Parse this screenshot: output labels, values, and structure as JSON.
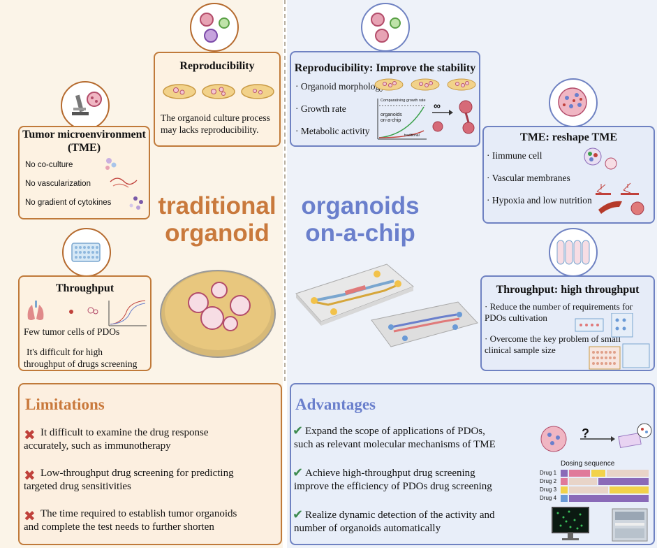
{
  "left": {
    "heading_line1": "traditional",
    "heading_line2": "organoid",
    "reproducibility": {
      "title": "Reproducibility",
      "text_line1": "The organoid culture process",
      "text_line2": "may lacks reproducibility."
    },
    "tme": {
      "title_line1": "Tumor microenvironment",
      "title_line2": "(TME)",
      "items": [
        "No co-culture",
        "No vascularization",
        "No gradient of cytokines"
      ]
    },
    "throughput": {
      "title": "Throughput",
      "text1": "Few tumor cells of PDOs",
      "text2_line1": "It's difficult for high",
      "text2_line2": "throughput of drugs screening"
    },
    "limitations": {
      "title": "Limitations",
      "items": [
        {
          "line1": "It difficult to examine the drug response",
          "line2": "accurately, such as immunotherapy"
        },
        {
          "line1": "Low-throughput drug screening for predicting",
          "line2": "targeted drug sensitivities"
        },
        {
          "line1": "The time required to establish tumor organoids",
          "line2": "and complete the test needs to further shorten"
        }
      ]
    }
  },
  "right": {
    "heading_line1": "organoids",
    "heading_line2": "on-a-chip",
    "reproducibility": {
      "title": "Reproducibility: Improve the stability",
      "items": [
        "· Organoid morphology",
        "· Growth rate",
        "· Metabolic activity"
      ],
      "chart_title": "Comparativing growth rate",
      "chart_label_line1": "organoids",
      "chart_label_line2": "on-a-chip",
      "chart_label_traditional": "traditional",
      "infinity": "∞"
    },
    "tme": {
      "title": "TME: reshape TME",
      "items": [
        "· Iimmune cell",
        "· Vascular membranes",
        "· Hypoxia and low nutrition"
      ]
    },
    "throughput": {
      "title": "Throughput:  high throughput",
      "item1_line1": "· Reduce the number of requirements for",
      "item1_line2": "PDOs cultivation",
      "item2_line1": "· Overcome the key problem of small",
      "item2_line2": "clinical sample size"
    },
    "advantages": {
      "title": "Advantages",
      "items": [
        {
          "line1": "Expand the scope of applications of PDOs,",
          "line2": "such as relevant molecular mechanisms of TME"
        },
        {
          "line1": "Achieve high-throughput drug screening",
          "line2": "improve the efficiency of PDOs drug screening"
        },
        {
          "line1": "Realize dynamic detection of the activity and",
          "line2": "number of organoids automatically"
        }
      ],
      "question_mark": "?",
      "dosing_title": "Dosing sequence",
      "drugs": [
        "Drug 1",
        "Drug 2",
        "Drug 3",
        "Drug 4"
      ]
    }
  },
  "colors": {
    "orange_accent": "#c9793c",
    "blue_accent": "#6a7fcc",
    "orange_border": "#c07a3a",
    "blue_border": "#6f82c2",
    "cross": "#c0413b",
    "check": "#3d8b4f"
  }
}
